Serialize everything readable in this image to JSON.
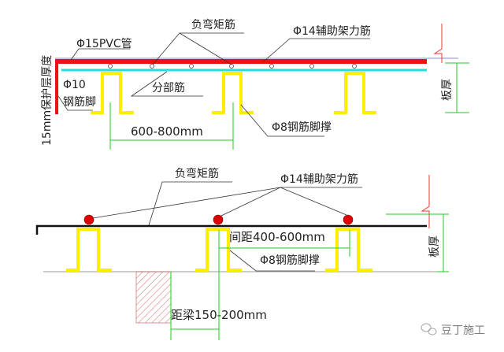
{
  "top": {
    "pvc_label": "Φ15PVC管",
    "neg_moment_label": "负弯矩筋",
    "aux_bar_label": "Φ14辅助架力筋",
    "cover_label": "15mm保护层厚度",
    "phi10_label": "Φ10",
    "leg_label": "钢筋脚",
    "dist_bar_label": "分部筋",
    "chair_label": "Φ8钢筋脚撑",
    "spacing_label": "600-800mm",
    "thickness_label": "板厚"
  },
  "bottom": {
    "neg_moment_label": "负弯矩筋",
    "aux_bar_label": "Φ14辅助架力筋",
    "spacing_label": "间距400-600mm",
    "chair_label": "Φ8钢筋脚撑",
    "beam_dist_label": "距梁150-200mm",
    "thickness_label": "板厚"
  },
  "watermark": {
    "text": "豆丁施工"
  },
  "colors": {
    "pvc": "#ee1111",
    "dist_bar": "#22dddd",
    "chair": "#ffee00",
    "dim": "#22cc22",
    "bar_dot": "#dd0000"
  }
}
